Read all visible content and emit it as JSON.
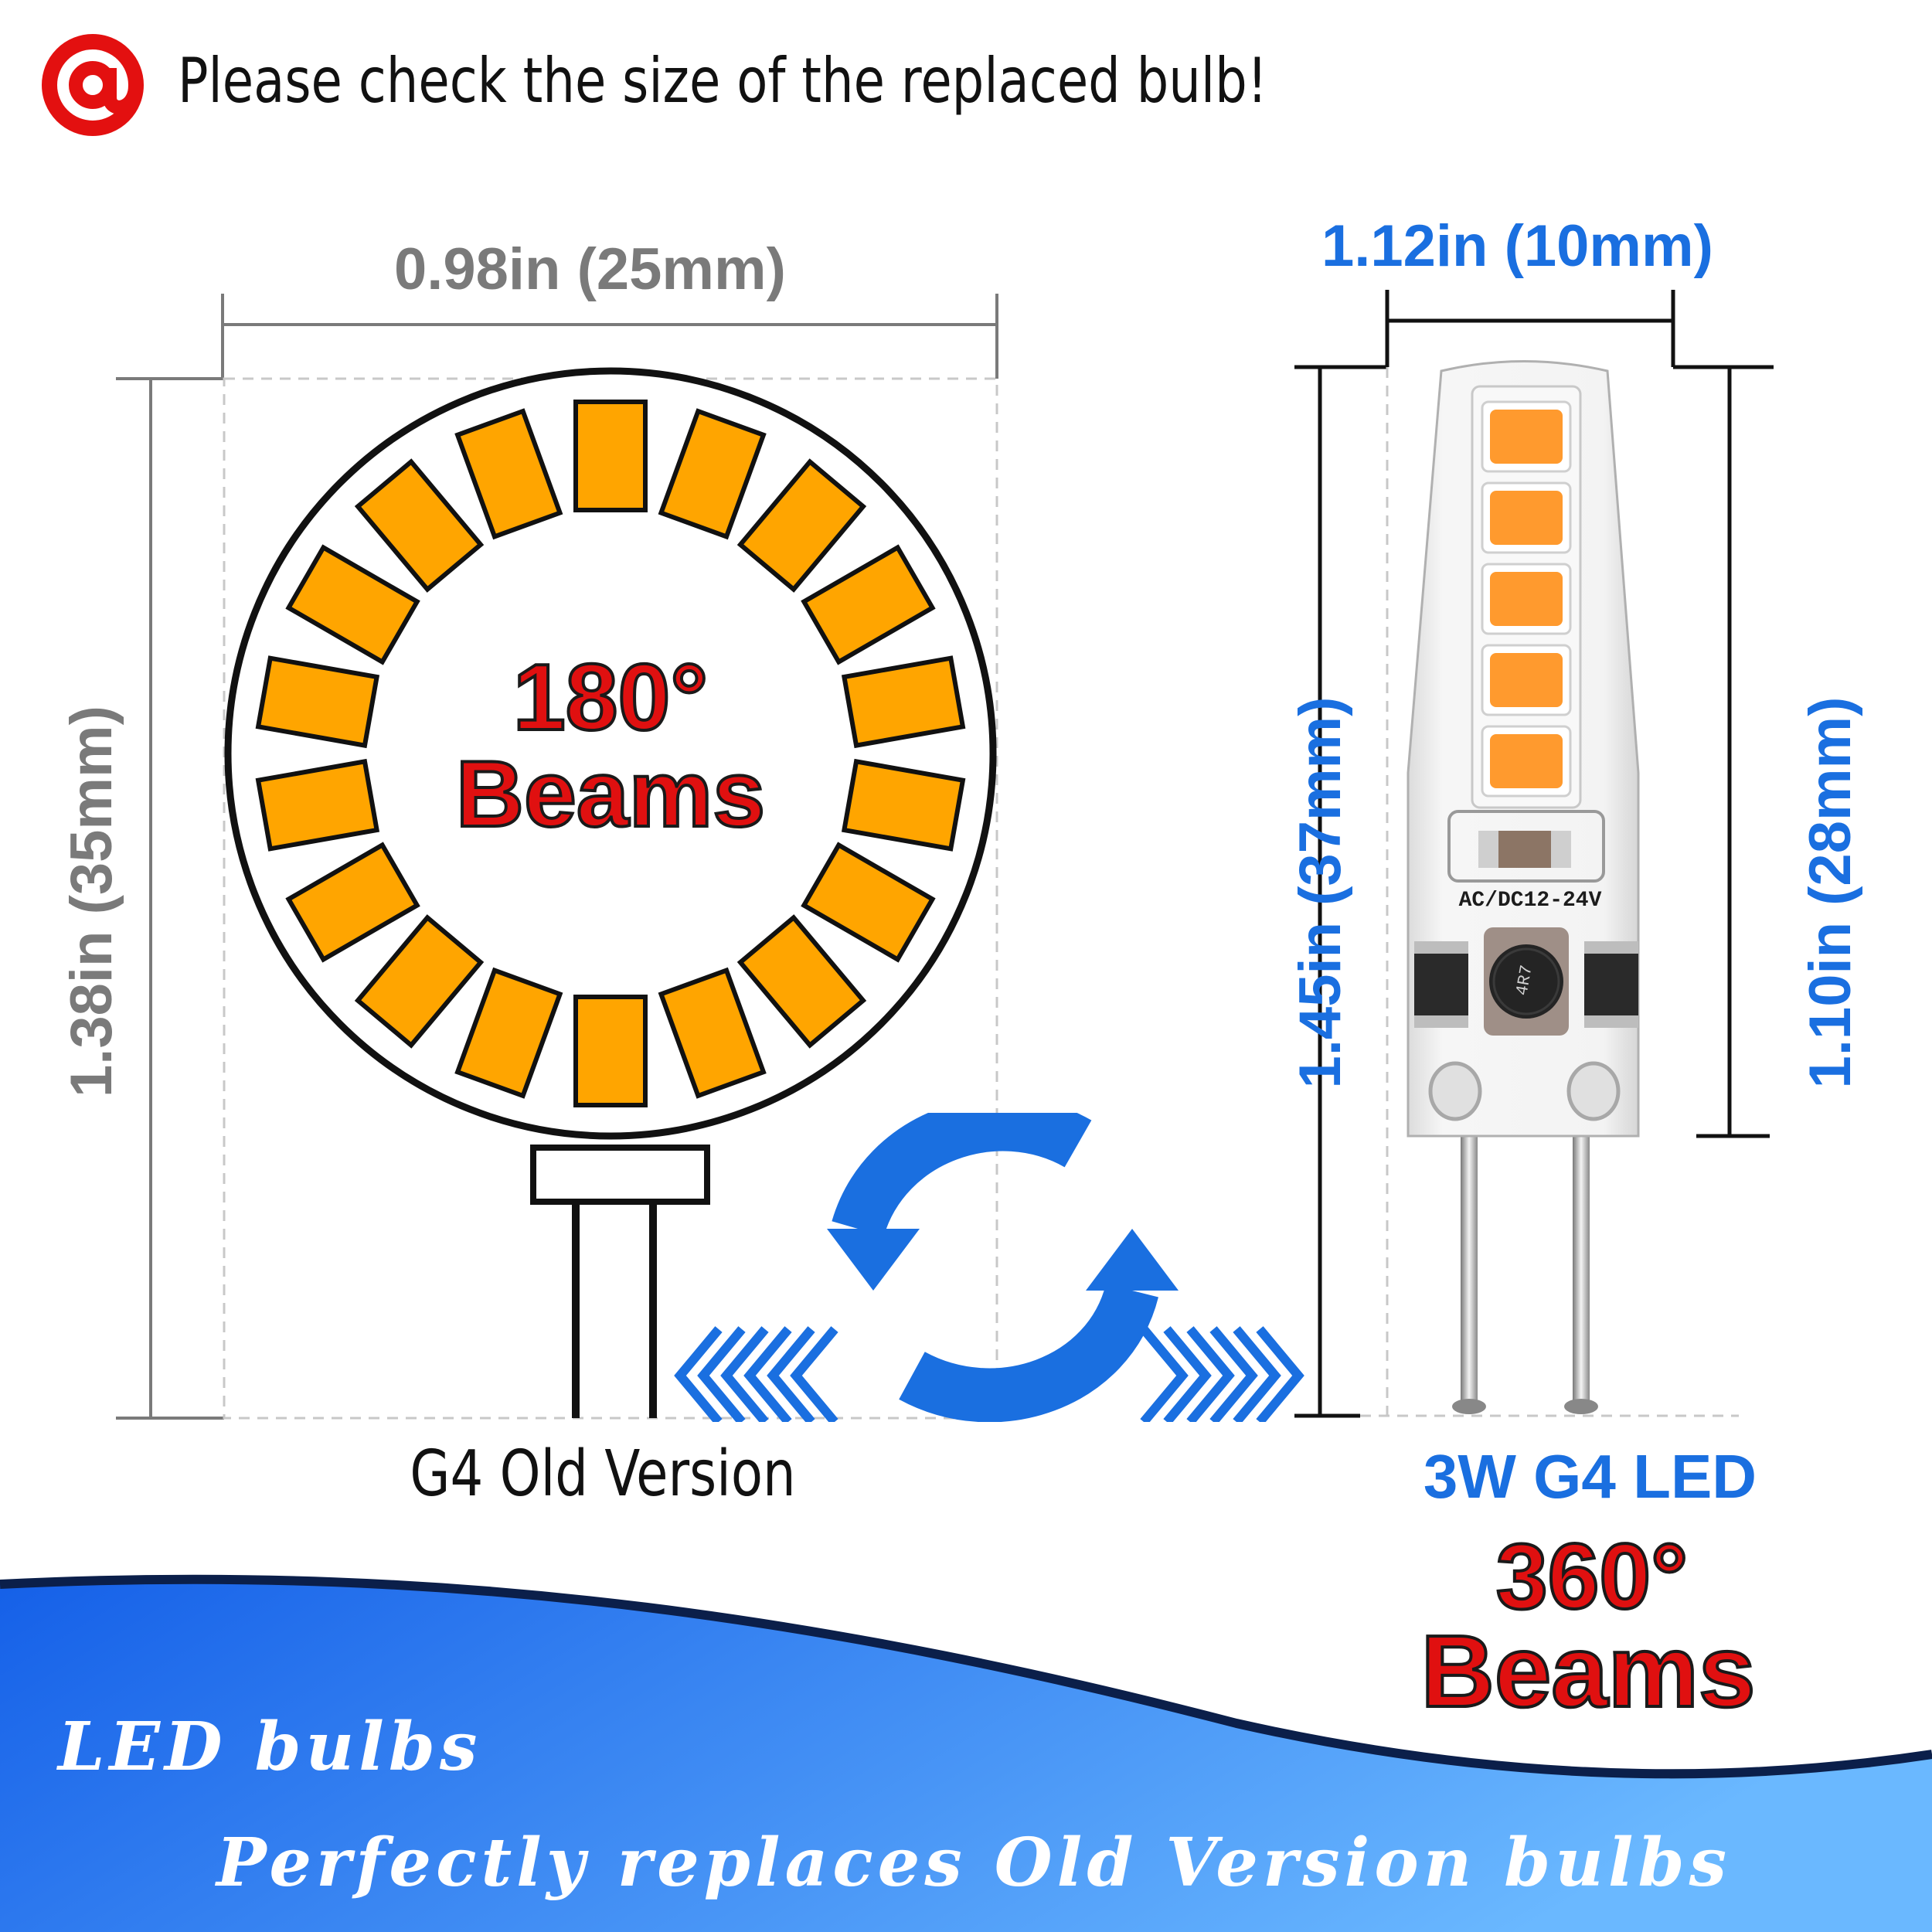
{
  "header": {
    "icon": "at-sign-icon",
    "text": "Please check the size of the replaced bulb!"
  },
  "old_bulb": {
    "width_label": "0.98in (25mm)",
    "height_label": "1.38in (35mm)",
    "beam_angle": "180°",
    "beam_word": "Beams",
    "caption": "G4 Old Version",
    "led_color": "#ffa500"
  },
  "new_bulb": {
    "width_label": "1.12in (10mm)",
    "total_height_label": "1.45in (37mm)",
    "body_height_label": "1.10in (28mm)",
    "voltage_marking": "AC/DC12-24V",
    "inductor_marking": "4R7",
    "name": "3W G4 LED",
    "beam_angle": "360°",
    "beam_word": "Beams",
    "led_color": "#ff9a2e"
  },
  "swap_icon": "refresh-arrows-icon",
  "banner": {
    "line1": "LED bulbs",
    "line2": "Perfectly replaces Old Version bulbs",
    "color_start": "#1560e8",
    "color_end": "#5fb0ff"
  },
  "colors": {
    "accent_blue": "#1a6fe0",
    "accent_red": "#e01010",
    "dim_gray": "#7a7a7a"
  }
}
